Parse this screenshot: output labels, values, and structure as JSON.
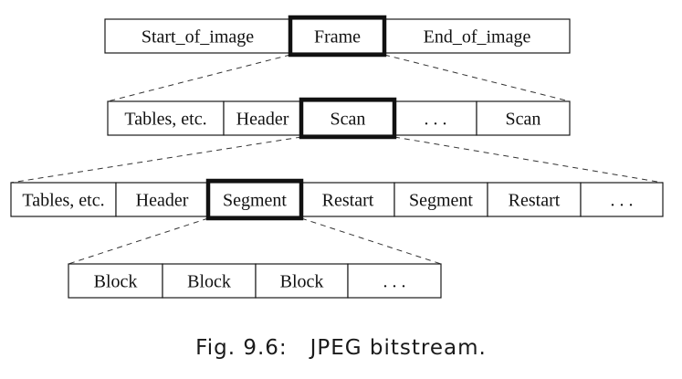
{
  "diagram": {
    "rows": [
      {
        "cells": [
          {
            "label": "Start_of_image",
            "highlight": false
          },
          {
            "label": "Frame",
            "highlight": true
          },
          {
            "label": "End_of_image",
            "highlight": false
          }
        ]
      },
      {
        "cells": [
          {
            "label": "Tables, etc.",
            "highlight": false
          },
          {
            "label": "Header",
            "highlight": false
          },
          {
            "label": "Scan",
            "highlight": true
          },
          {
            "label": ". . .",
            "highlight": false
          },
          {
            "label": "Scan",
            "highlight": false
          }
        ]
      },
      {
        "cells": [
          {
            "label": "Tables, etc.",
            "highlight": false
          },
          {
            "label": "Header",
            "highlight": false
          },
          {
            "label": "Segment",
            "highlight": true
          },
          {
            "label": "Restart",
            "highlight": false
          },
          {
            "label": "Segment",
            "highlight": false
          },
          {
            "label": "Restart",
            "highlight": false
          },
          {
            "label": ". . .",
            "highlight": false
          }
        ]
      },
      {
        "cells": [
          {
            "label": "Block",
            "highlight": false
          },
          {
            "label": "Block",
            "highlight": false
          },
          {
            "label": "Block",
            "highlight": false
          },
          {
            "label": ". . .",
            "highlight": false
          }
        ]
      }
    ]
  },
  "caption": {
    "prefix": "Fig. 9.6:",
    "text": "JPEG bitstream."
  }
}
